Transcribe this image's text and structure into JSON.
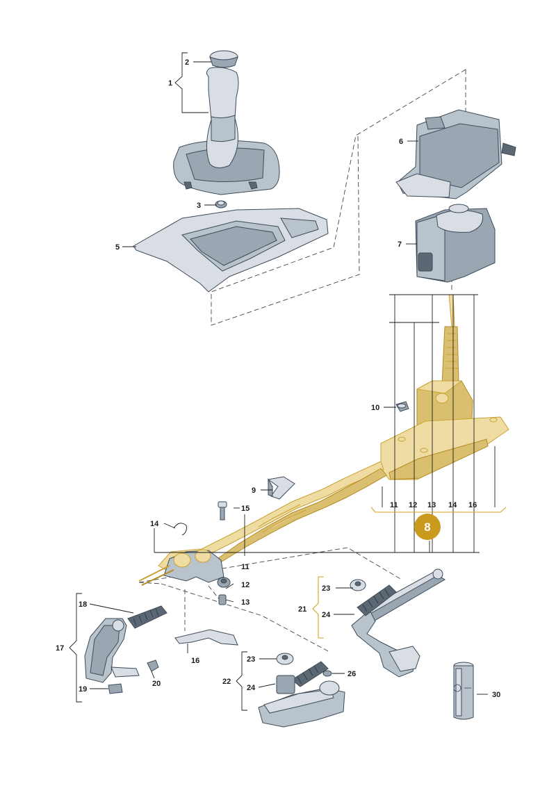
{
  "diagram": {
    "labels": [
      {
        "id": "p1",
        "text": "1"
      },
      {
        "id": "p2",
        "text": "2"
      },
      {
        "id": "p3",
        "text": "3"
      },
      {
        "id": "p5",
        "text": "5"
      },
      {
        "id": "p6",
        "text": "6"
      },
      {
        "id": "p7",
        "text": "7"
      },
      {
        "id": "p9",
        "text": "9"
      },
      {
        "id": "p10",
        "text": "10"
      },
      {
        "id": "p11a",
        "text": "11"
      },
      {
        "id": "p12a",
        "text": "12"
      },
      {
        "id": "p13a",
        "text": "13"
      },
      {
        "id": "p14a",
        "text": "14"
      },
      {
        "id": "p16a",
        "text": "16"
      },
      {
        "id": "p14b",
        "text": "14"
      },
      {
        "id": "p15",
        "text": "15"
      },
      {
        "id": "p11b",
        "text": "11"
      },
      {
        "id": "p12b",
        "text": "12"
      },
      {
        "id": "p13b",
        "text": "13"
      },
      {
        "id": "p16b",
        "text": "16"
      },
      {
        "id": "p17",
        "text": "17"
      },
      {
        "id": "p18",
        "text": "18"
      },
      {
        "id": "p19",
        "text": "19"
      },
      {
        "id": "p20",
        "text": "20"
      },
      {
        "id": "p21",
        "text": "21"
      },
      {
        "id": "p22",
        "text": "22"
      },
      {
        "id": "p23a",
        "text": "23"
      },
      {
        "id": "p24a",
        "text": "24"
      },
      {
        "id": "p23b",
        "text": "23"
      },
      {
        "id": "p24b",
        "text": "24"
      },
      {
        "id": "p26",
        "text": "26"
      },
      {
        "id": "p30",
        "text": "30"
      }
    ],
    "highlight_badge": {
      "text": "8",
      "color": "#c99a1e"
    },
    "colors": {
      "highlight": "#efdca2",
      "part": "#b9c3cc",
      "outline": "#3c4a58"
    }
  }
}
